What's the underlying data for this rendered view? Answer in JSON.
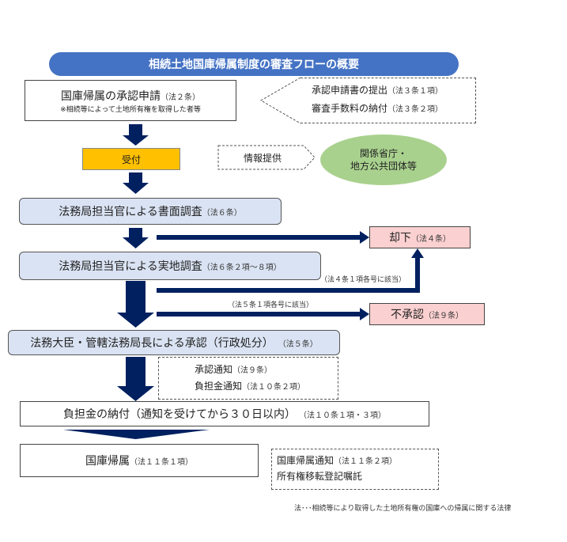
{
  "title": "相続土地国庫帰属制度の審査フローの概要",
  "colors": {
    "title_bg": "#4472c4",
    "arrow": "#002060",
    "reception": "#ffc000",
    "review_box": "#dae3f3",
    "reject_box": "#fbd0d0",
    "agency_ellipse": "#a9d18e"
  },
  "steps": {
    "application": {
      "label": "国庫帰属の承認申請",
      "ref": "（法２条）",
      "note": "※相続等によって土地所有権を取得した者等"
    },
    "application_details": [
      {
        "label": "承認申請書の提出",
        "ref": "（法３条１項）"
      },
      {
        "label": "審査手数料の納付",
        "ref": "（法３条２項）"
      }
    ],
    "reception": {
      "label": "受付"
    },
    "info_provision": {
      "label": "情報提供"
    },
    "agencies": {
      "line1": "関係省庁・",
      "line2": "地方公共団体等"
    },
    "document_review": {
      "label": "法務局担当官による書面調査",
      "ref": "（法６条）"
    },
    "field_review": {
      "label": "法務局担当官による実地調査",
      "ref": "（法６条２項～８項）"
    },
    "dismissal": {
      "label": "却下",
      "ref": "（法４条）"
    },
    "dismissal_condition": "（法４条１項各号に該当）",
    "disapproval": {
      "label": "不承認",
      "ref": "（法９条）"
    },
    "disapproval_condition": "（法５条１項各号に該当）",
    "approval": {
      "label": "法務大臣・管轄法務局長による承認（行政処分）",
      "ref": "（法５条）"
    },
    "approval_notices": [
      {
        "label": "承認通知",
        "ref": "（法９条）"
      },
      {
        "label": "負担金通知",
        "ref": "（法１０条２項）"
      }
    ],
    "payment": {
      "label": "負担金の納付（通知を受けてから３０日以内）",
      "ref": "（法１０条１項・３項）"
    },
    "vesting": {
      "label": "国庫帰属",
      "ref": "（法１１条１項）"
    },
    "vesting_notices": [
      {
        "label": "国庫帰属通知",
        "ref": "（法１１条２項）"
      },
      {
        "label": "所有権移転登記嘱託",
        "ref": ""
      }
    ]
  },
  "footnote": "法･･･相続等により取得した土地所有権の国庫への帰属に関する法律"
}
